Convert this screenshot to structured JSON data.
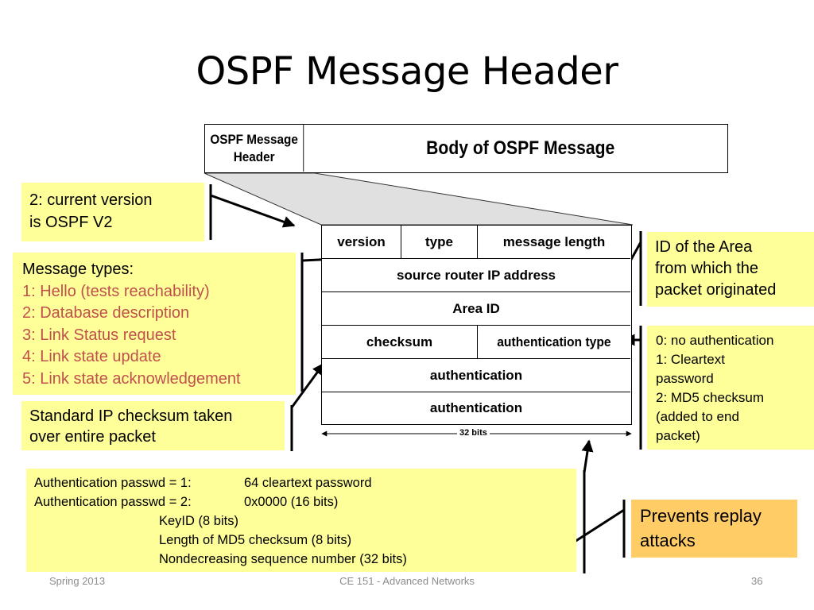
{
  "title": "OSPF Message Header",
  "top_packet": {
    "header_label": "OSPF Message Header",
    "body_label": "Body of OSPF Message"
  },
  "header_fields": {
    "version": "version",
    "type": "type",
    "message_length": "message length",
    "source_router": "source router IP address",
    "area_id": "Area ID",
    "checksum": "checksum",
    "auth_type": "authentication type",
    "auth1": "authentication",
    "auth2": "authentication",
    "width_label": "32 bits"
  },
  "notes": {
    "version_note": [
      "2: current version",
      "is OSPF V2"
    ],
    "message_types": {
      "heading": "Message types:",
      "items": [
        "1: Hello (tests reachability)",
        "2: Database description",
        "3: Link Status request",
        "4: Link state update",
        "5: Link state acknowledgement"
      ]
    },
    "checksum_note": [
      "Standard IP checksum taken",
      "over entire packet"
    ],
    "area_note": [
      "ID of the Area",
      "from which the",
      "packet originated"
    ],
    "auth_type_note": [
      "0: no authentication",
      "1: Cleartext",
      "password",
      "2: MD5 checksum",
      "(added to end",
      "packet)"
    ],
    "auth_detail": {
      "row1_label": "Authentication passwd = 1:",
      "row1_value": "64 cleartext password",
      "row2_label": "Authentication passwd = 2:",
      "row2_value": "0x0000 (16 bits)",
      "sub_items": [
        "KeyID (8 bits)",
        "Length of MD5 checksum (8 bits)",
        "Nondecreasing sequence number (32 bits)"
      ]
    },
    "replay_note": [
      "Prevents replay",
      "attacks"
    ]
  },
  "colors": {
    "note_yellow": "#ffff99",
    "note_orange": "#ffcc66",
    "message_type_red": "#c0504d",
    "funnel_gray": "#e0e0e0",
    "footer_gray": "#8c8c8c"
  },
  "footer": {
    "left": "Spring 2013",
    "center": "CE 151 - Advanced Networks",
    "right": "36"
  }
}
